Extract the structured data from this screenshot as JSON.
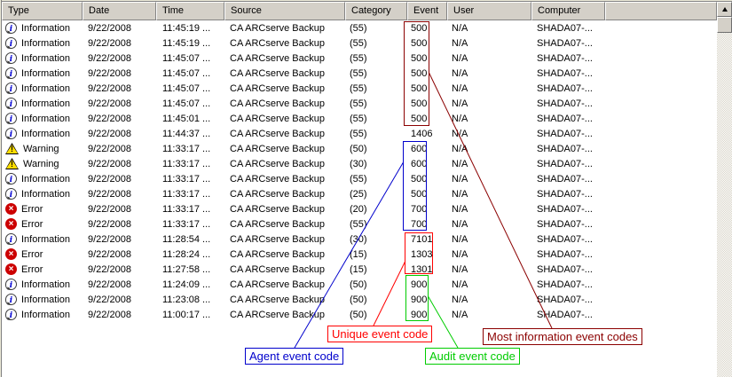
{
  "table": {
    "columns": [
      {
        "id": "type",
        "label": "Type"
      },
      {
        "id": "date",
        "label": "Date"
      },
      {
        "id": "time",
        "label": "Time"
      },
      {
        "id": "source",
        "label": "Source"
      },
      {
        "id": "category",
        "label": "Category"
      },
      {
        "id": "event",
        "label": "Event"
      },
      {
        "id": "user",
        "label": "User"
      },
      {
        "id": "computer",
        "label": "Computer"
      }
    ],
    "rows": [
      {
        "type": "Information",
        "icon": "information-icon",
        "date": "9/22/2008",
        "time": "11:45:19 ...",
        "source": "CA ARCserve Backup",
        "category": "(55)",
        "event": "500",
        "user": "N/A",
        "computer": "SHADA07-..."
      },
      {
        "type": "Information",
        "icon": "information-icon",
        "date": "9/22/2008",
        "time": "11:45:19 ...",
        "source": "CA ARCserve Backup",
        "category": "(55)",
        "event": "500",
        "user": "N/A",
        "computer": "SHADA07-..."
      },
      {
        "type": "Information",
        "icon": "information-icon",
        "date": "9/22/2008",
        "time": "11:45:07 ...",
        "source": "CA ARCserve Backup",
        "category": "(55)",
        "event": "500",
        "user": "N/A",
        "computer": "SHADA07-..."
      },
      {
        "type": "Information",
        "icon": "information-icon",
        "date": "9/22/2008",
        "time": "11:45:07 ...",
        "source": "CA ARCserve Backup",
        "category": "(55)",
        "event": "500",
        "user": "N/A",
        "computer": "SHADA07-..."
      },
      {
        "type": "Information",
        "icon": "information-icon",
        "date": "9/22/2008",
        "time": "11:45:07 ...",
        "source": "CA ARCserve Backup",
        "category": "(55)",
        "event": "500",
        "user": "N/A",
        "computer": "SHADA07-..."
      },
      {
        "type": "Information",
        "icon": "information-icon",
        "date": "9/22/2008",
        "time": "11:45:07 ...",
        "source": "CA ARCserve Backup",
        "category": "(55)",
        "event": "500",
        "user": "N/A",
        "computer": "SHADA07-..."
      },
      {
        "type": "Information",
        "icon": "information-icon",
        "date": "9/22/2008",
        "time": "11:45:01 ...",
        "source": "CA ARCserve Backup",
        "category": "(55)",
        "event": "500",
        "user": "N/A",
        "computer": "SHADA07-..."
      },
      {
        "type": "Information",
        "icon": "information-icon",
        "date": "9/22/2008",
        "time": "11:44:37 ...",
        "source": "CA ARCserve Backup",
        "category": "(55)",
        "event": "1406",
        "user": "N/A",
        "computer": "SHADA07-..."
      },
      {
        "type": "Warning",
        "icon": "warning-icon",
        "date": "9/22/2008",
        "time": "11:33:17 ...",
        "source": "CA ARCserve Backup",
        "category": "(50)",
        "event": "600",
        "user": "N/A",
        "computer": "SHADA07-..."
      },
      {
        "type": "Warning",
        "icon": "warning-icon",
        "date": "9/22/2008",
        "time": "11:33:17 ...",
        "source": "CA ARCserve Backup",
        "category": "(30)",
        "event": "600",
        "user": "N/A",
        "computer": "SHADA07-..."
      },
      {
        "type": "Information",
        "icon": "information-icon",
        "date": "9/22/2008",
        "time": "11:33:17 ...",
        "source": "CA ARCserve Backup",
        "category": "(55)",
        "event": "500",
        "user": "N/A",
        "computer": "SHADA07-..."
      },
      {
        "type": "Information",
        "icon": "information-icon",
        "date": "9/22/2008",
        "time": "11:33:17 ...",
        "source": "CA ARCserve Backup",
        "category": "(25)",
        "event": "500",
        "user": "N/A",
        "computer": "SHADA07-..."
      },
      {
        "type": "Error",
        "icon": "error-icon",
        "date": "9/22/2008",
        "time": "11:33:17 ...",
        "source": "CA ARCserve Backup",
        "category": "(20)",
        "event": "700",
        "user": "N/A",
        "computer": "SHADA07-..."
      },
      {
        "type": "Error",
        "icon": "error-icon",
        "date": "9/22/2008",
        "time": "11:33:17 ...",
        "source": "CA ARCserve Backup",
        "category": "(55)",
        "event": "700",
        "user": "N/A",
        "computer": "SHADA07-..."
      },
      {
        "type": "Information",
        "icon": "information-icon",
        "date": "9/22/2008",
        "time": "11:28:54 ...",
        "source": "CA ARCserve Backup",
        "category": "(30)",
        "event": "7101",
        "user": "N/A",
        "computer": "SHADA07-..."
      },
      {
        "type": "Error",
        "icon": "error-icon",
        "date": "9/22/2008",
        "time": "11:28:24 ...",
        "source": "CA ARCserve Backup",
        "category": "(15)",
        "event": "1303",
        "user": "N/A",
        "computer": "SHADA07-..."
      },
      {
        "type": "Error",
        "icon": "error-icon",
        "date": "9/22/2008",
        "time": "11:27:58 ...",
        "source": "CA ARCserve Backup",
        "category": "(15)",
        "event": "1301",
        "user": "N/A",
        "computer": "SHADA07-..."
      },
      {
        "type": "Information",
        "icon": "information-icon",
        "date": "9/22/2008",
        "time": "11:24:09 ...",
        "source": "CA ARCserve Backup",
        "category": "(50)",
        "event": "900",
        "user": "N/A",
        "computer": "SHADA07-..."
      },
      {
        "type": "Information",
        "icon": "information-icon",
        "date": "9/22/2008",
        "time": "11:23:08 ...",
        "source": "CA ARCserve Backup",
        "category": "(50)",
        "event": "900",
        "user": "N/A",
        "computer": "SHADA07-..."
      },
      {
        "type": "Information",
        "icon": "information-icon",
        "date": "9/22/2008",
        "time": "11:00:17 ...",
        "source": "CA ARCserve Backup",
        "category": "(50)",
        "event": "900",
        "user": "N/A",
        "computer": "SHADA07-..."
      }
    ]
  },
  "annotations": {
    "most": {
      "label": "Most information event codes",
      "color": "#8b0000"
    },
    "agent": {
      "label": "Agent event code",
      "color": "#0000cc"
    },
    "unique": {
      "label": "Unique event code",
      "color": "#ff0000"
    },
    "audit": {
      "label": "Audit event code",
      "color": "#00cc00"
    }
  },
  "ui_colors": {
    "header_background": "#d4d0c8",
    "list_background": "#ffffff",
    "info_icon_blue": "#0000d0",
    "warning_icon_yellow": "#ffdd00",
    "error_icon_red": "#cc0000"
  },
  "icons": [
    "information-icon",
    "warning-icon",
    "error-icon",
    "scroll-up-icon"
  ]
}
